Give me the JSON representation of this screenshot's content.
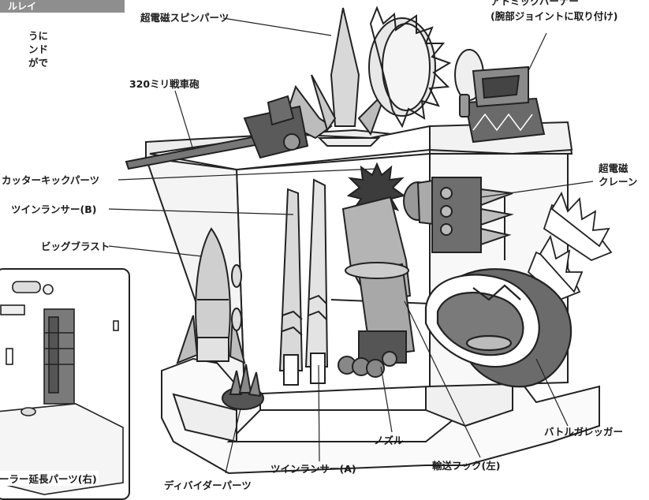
{
  "header_tag": "ルレイ",
  "side_note": [
    "うに",
    "ンド",
    "がで"
  ],
  "labels": {
    "spin_parts": "超電磁スピンパーツ",
    "atomic_burner_1": "アトミックバーナー",
    "atomic_burner_2": "(腕部ジョイントに取り付け)",
    "tank_cannon": "320ミリ戦車砲",
    "cutter_kick": "カッターキックパーツ",
    "crane_1": "超電磁",
    "crane_2": "クレーン",
    "twin_lancer_b": "ツインランサー(B)",
    "big_blast": "ビッグブラスト",
    "battle_legger": "バトルガレッガー",
    "nozzle": "ノズル",
    "transport_hook": "輸送フック(左)",
    "twin_lancer_a": "ツインランサー(A)",
    "divider_parts": "ディバイダーパーツ",
    "roller_extension": "ーラー延長パーツ(右)"
  }
}
